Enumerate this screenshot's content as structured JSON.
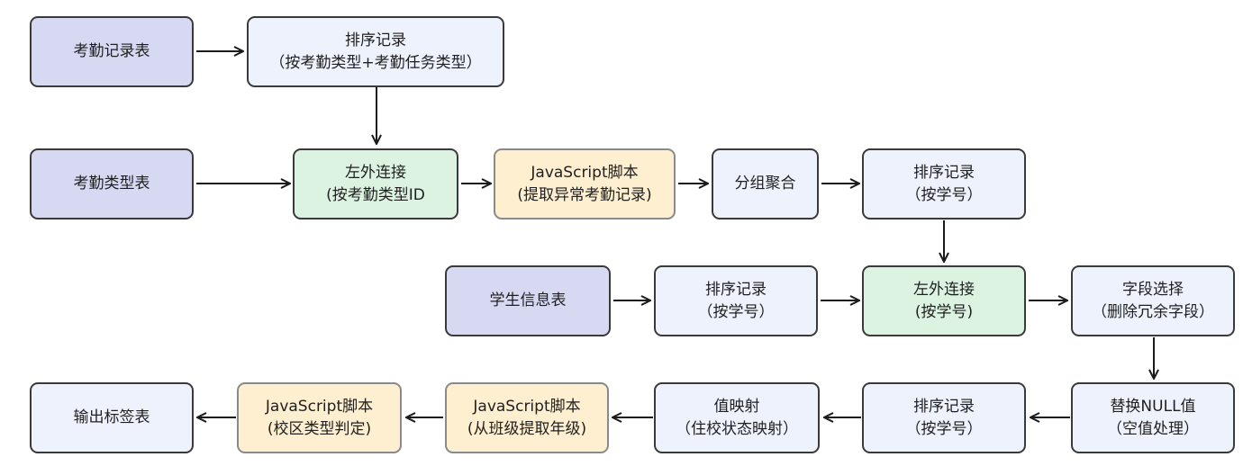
{
  "nodes": {
    "attendance_table": {
      "line1": "考勤记录表"
    },
    "sort_by_type": {
      "line1": "排序记录",
      "line2": "（按考勤类型+考勤任务类型）"
    },
    "type_table": {
      "line1": "考勤类型表"
    },
    "left_join_type": {
      "line1": "左外连接",
      "line2": "(按考勤类型ID"
    },
    "js_extract": {
      "line1": "JavaScript脚本",
      "line2": "(提取异常考勤记录)"
    },
    "group_agg": {
      "line1": "分组聚合"
    },
    "sort_student_1": {
      "line1": "排序记录",
      "line2": "（按学号）"
    },
    "student_table": {
      "line1": "学生信息表"
    },
    "sort_student_2": {
      "line1": "排序记录",
      "line2": "（按学号）"
    },
    "left_join_student": {
      "line1": "左外连接",
      "line2": "(按学号)"
    },
    "field_select": {
      "line1": "字段选择",
      "line2": "（删除冗余字段）"
    },
    "replace_null": {
      "line1": "替换NULL值",
      "line2": "（空值处理）"
    },
    "sort_student_3": {
      "line1": "排序记录",
      "line2": "（按学号）"
    },
    "value_map": {
      "line1": "值映射",
      "line2": "（住校状态映射）"
    },
    "js_grade": {
      "line1": "JavaScript脚本",
      "line2": "(从班级提取年级)"
    },
    "js_campus": {
      "line1": "JavaScript脚本",
      "line2": "(校区类型判定)"
    },
    "output_table": {
      "line1": "输出标签表"
    }
  },
  "colors": {
    "source": "#d7d9f3",
    "process": "#eef2fd",
    "join": "#dcf3e2",
    "script": "#fdefcf",
    "border": "#3a3a3a",
    "arrow": "#1a1a1a"
  }
}
